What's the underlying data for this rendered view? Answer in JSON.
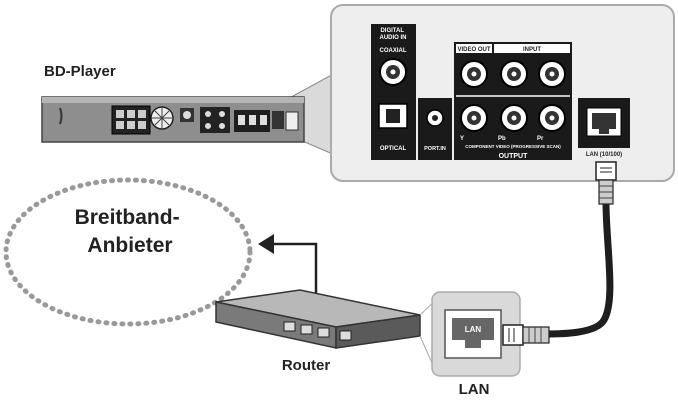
{
  "labels": {
    "bd_player": "BD-Player",
    "provider": "Breitband-\nAnbieter",
    "router": "Router",
    "lan": "LAN"
  },
  "panel": {
    "digital_audio_in": "DIGITAL\nAUDIO IN",
    "coaxial": "COAXIAL",
    "optical": "OPTICAL",
    "port_in": "PORT.IN",
    "video_out": "VIDEO OUT",
    "input": "INPUT",
    "component_video": "COMPONENT VIDEO (PROGRESSIVE SCAN)",
    "output": "OUTPUT",
    "y": "Y",
    "pb": "Pb",
    "pr": "Pr",
    "lan_port": "LAN (10/100)"
  },
  "router_port_label": "LAN",
  "colors": {
    "ink": "#222222",
    "panel_fill": "#eeeeee",
    "callout_fill": "#d9d9d9",
    "device_fill": "#9a9a9a",
    "cable": "#1e1e1e"
  }
}
